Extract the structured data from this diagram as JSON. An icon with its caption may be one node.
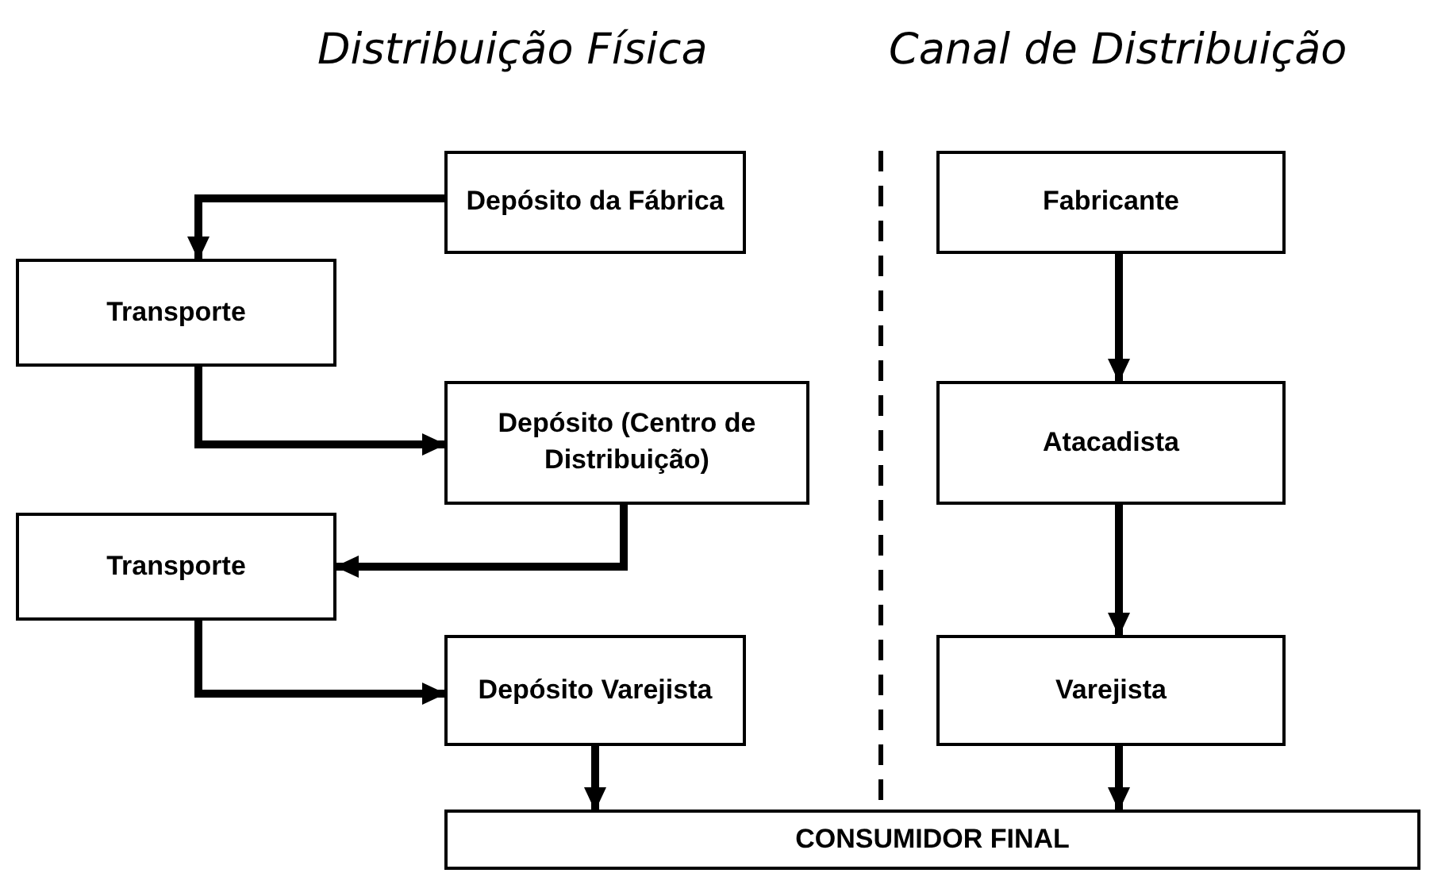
{
  "diagram": {
    "nodes": [
      {
        "text": [
          "Depósito da Fábrica"
        ]
      },
      {
        "text": [
          "Transporte"
        ]
      },
      {
        "text": [
          "Depósito (Centro de Distribuição)"
        ]
      },
      {
        "text": [
          "Transporte"
        ]
      },
      {
        "text": [
          "Depósito Varejista"
        ]
      },
      {
        "text": [
          "Fabricante"
        ]
      },
      {
        "text": [
          "Atacadista"
        ]
      },
      {
        "text": [
          "Varejista"
        ]
      },
      {
        "text": [
          "CONSUMIDOR FINAL"
        ]
      }
    ],
    "edges": [
      {
        "from": 0,
        "to": 1,
        "arrow": "to"
      },
      {
        "from": 1,
        "to": 2,
        "arrow": "to"
      },
      {
        "from": 2,
        "to": 3,
        "arrow": "to"
      },
      {
        "from": 3,
        "to": 4,
        "arrow": "to"
      },
      {
        "from": 4,
        "to": 8,
        "arrow": "to"
      },
      {
        "from": 5,
        "to": 6,
        "arrow": "to"
      },
      {
        "from": 6,
        "to": 7,
        "arrow": "to"
      },
      {
        "from": 7,
        "to": 8,
        "arrow": "to"
      }
    ],
    "labels": [
      "Distribuição Física",
      "Canal de Distribuição"
    ]
  }
}
